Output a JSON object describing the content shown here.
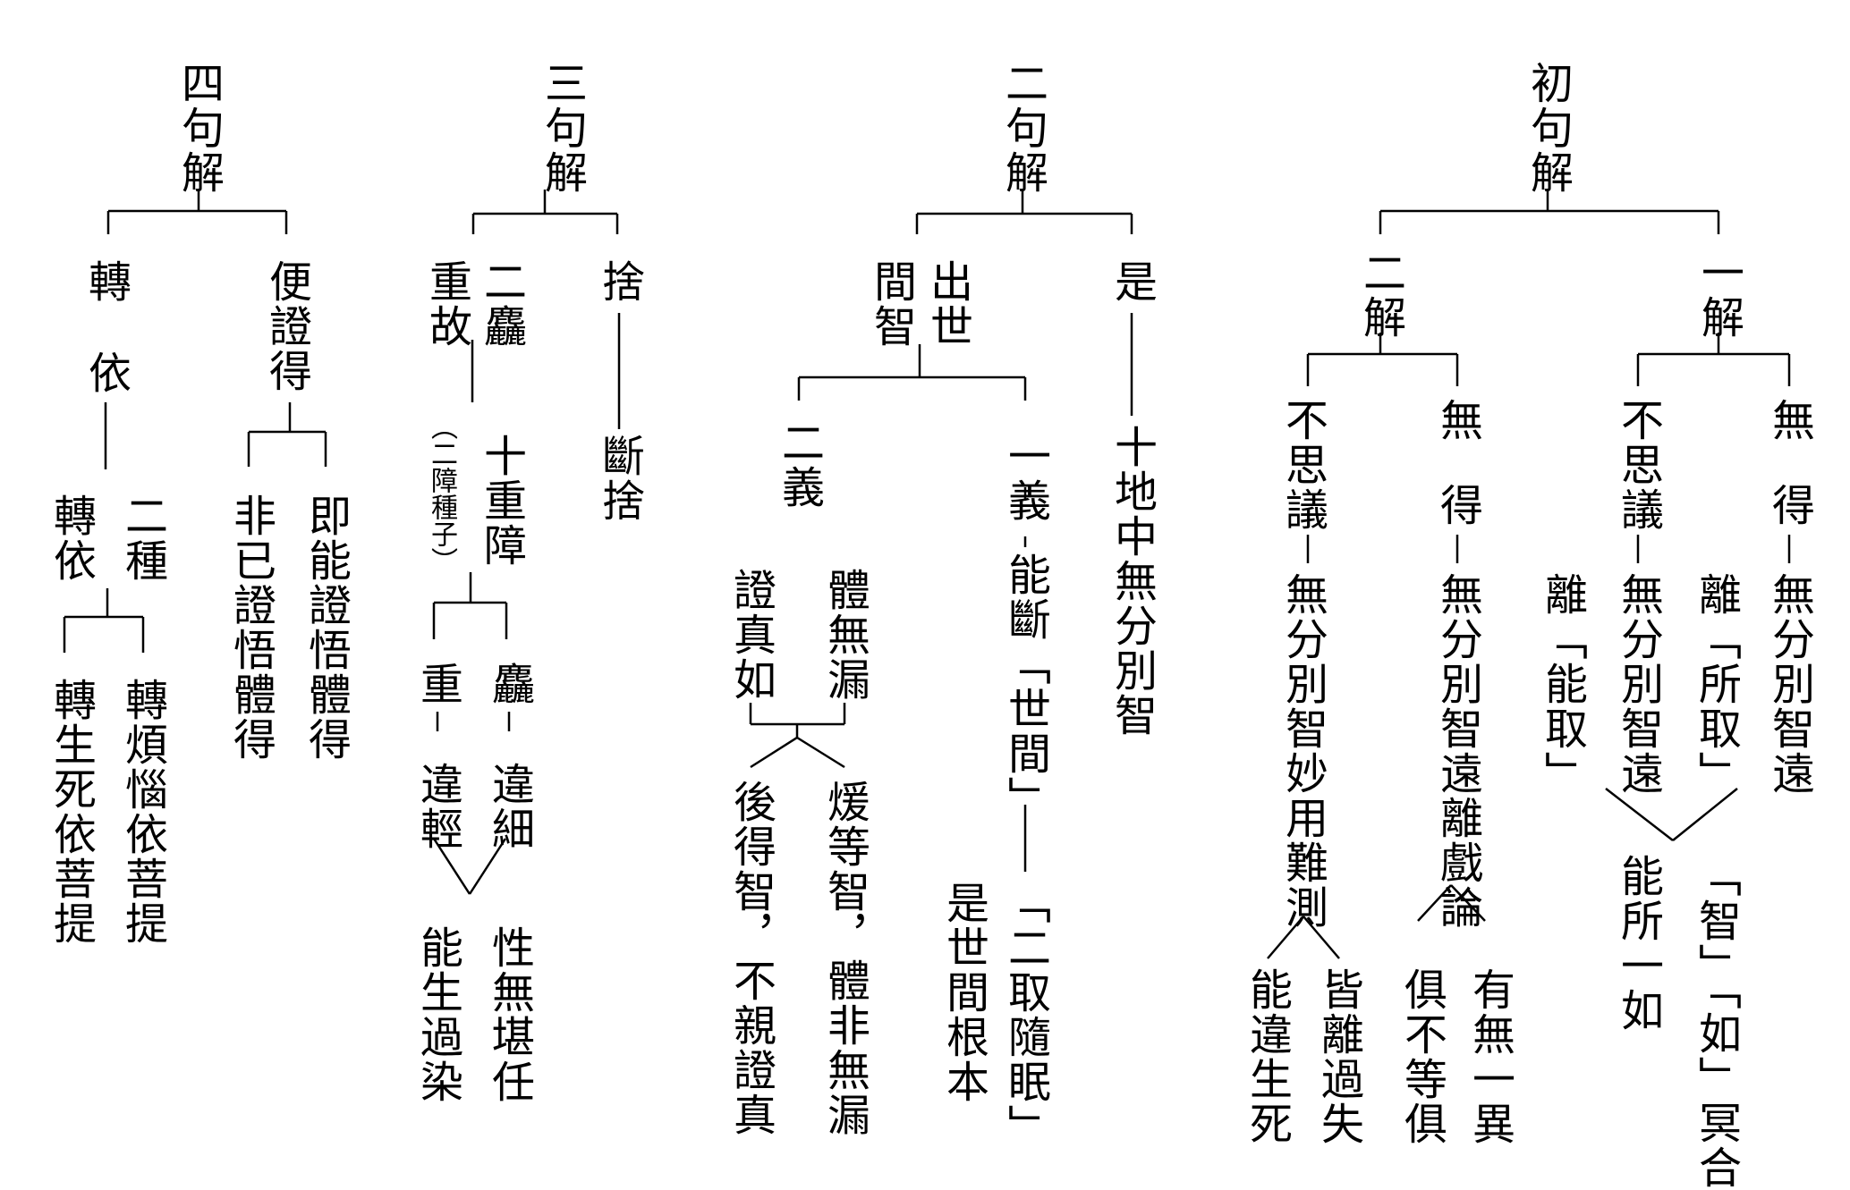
{
  "diagram": {
    "line_color": "#000000",
    "background": "#ffffff",
    "columns": {
      "sijujie": {
        "title": "四句解",
        "left_branch": "轉",
        "yi": "依",
        "erzhong": "二種",
        "zhuanyi": "轉依",
        "zhuan_fannao": "轉煩惱依菩提",
        "zhuan_shengsi": "轉生死依菩提",
        "right_branch": "便證得",
        "jineng": "即能證悟體得",
        "feiyi": "非已證悟體得"
      },
      "sanjujie": {
        "title": "三句解",
        "she": "捨",
        "duanshe": "斷捨",
        "ercu": "二麤",
        "zhonggu": "重故",
        "shizhong": "十重障",
        "zhongzi": "（二障種子）",
        "cu": "麤",
        "weixi": "違細",
        "zhong": "重",
        "weiqing": "違輕",
        "xingwu": "性無堪任",
        "nengsheng": "能生過染"
      },
      "erjujie": {
        "title": "二句解",
        "shi": "是",
        "shidi": "十地中無分別智",
        "chushi": "出世",
        "jianzhi": "間智",
        "yiyi": "一義",
        "nengduan": "能斷「世間」",
        "erqu": "「二取隨眠」",
        "shishijian": "是世間根本",
        "eryi": "二義",
        "tiwulou": "體無漏",
        "zhengzhenru": "證真如",
        "nuandeng": "煖等智，體非無漏",
        "houde": "後得智，不親證真"
      },
      "chujujie": {
        "title": "初句解",
        "yijie": "一解",
        "erjie": "二解",
        "a_wu": "無",
        "a_de": "得",
        "a_wufenbie": "無分別智遠",
        "a_li": "離「所取」",
        "a_busiyi": "不思議",
        "a_wufenbie2": "無分別智遠",
        "a_li2": "離「能取」",
        "a_zhiru": "「智」「如」冥合",
        "a_nengsuo": "能所一如",
        "b_wu": "無",
        "b_de": "得",
        "b_wufenbie": "無分別智遠離戲論",
        "b_youwu": "有無一異",
        "b_jubu": "俱不等俱",
        "b_busiyi": "不思議",
        "b_miaoyong": "無分別智妙用難測",
        "b_jieli": "皆離過失",
        "b_nengwei": "能違生死"
      }
    }
  }
}
